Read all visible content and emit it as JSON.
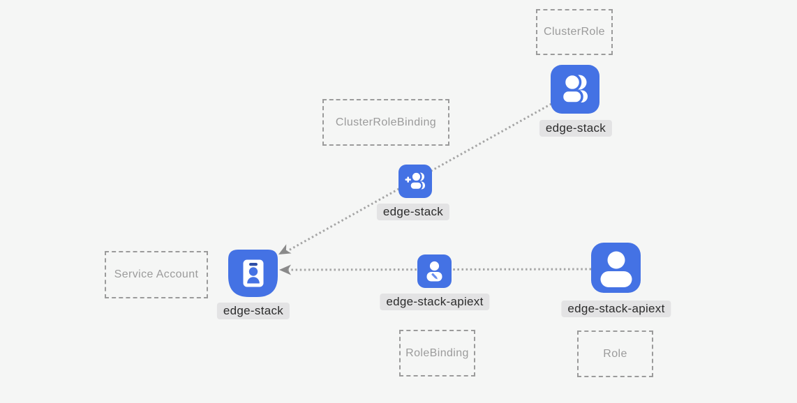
{
  "diagram": {
    "kind": "kubernetes-rbac-graph",
    "type_boxes": {
      "cluster_role": "ClusterRole",
      "cluster_role_binding": "ClusterRoleBinding",
      "service_account": "Service Account",
      "role_binding": "RoleBinding",
      "role": "Role"
    },
    "nodes": {
      "cluster_role": {
        "name": "edge-stack",
        "icon": "users-icon"
      },
      "cluster_role_binding": {
        "name": "edge-stack",
        "icon": "user-plus-icon"
      },
      "service_account": {
        "name": "edge-stack",
        "icon": "id-badge-icon"
      },
      "role_binding": {
        "name": "edge-stack-apiext",
        "icon": "user-edit-icon"
      },
      "role": {
        "name": "edge-stack-apiext",
        "icon": "user-icon"
      }
    },
    "edges": [
      {
        "from": "cluster_role",
        "to": "service_account",
        "style": "dotted-arrow"
      },
      {
        "from": "role",
        "to": "service_account",
        "style": "dotted-arrow",
        "through": "role_binding"
      }
    ],
    "colors": {
      "canvas_bg": "#f5f6f5",
      "node_blue": "#4472e4",
      "badge_clip_navy": "#2d4ea6",
      "chip_bg": "#e3e3e4",
      "chip_text": "#2b2b2b",
      "dashed_border": "#9b9b9b",
      "muted_text": "#9b9b9b",
      "edge_dots": "#a5a5a5",
      "arrow_head": "#8a8a8a"
    }
  }
}
